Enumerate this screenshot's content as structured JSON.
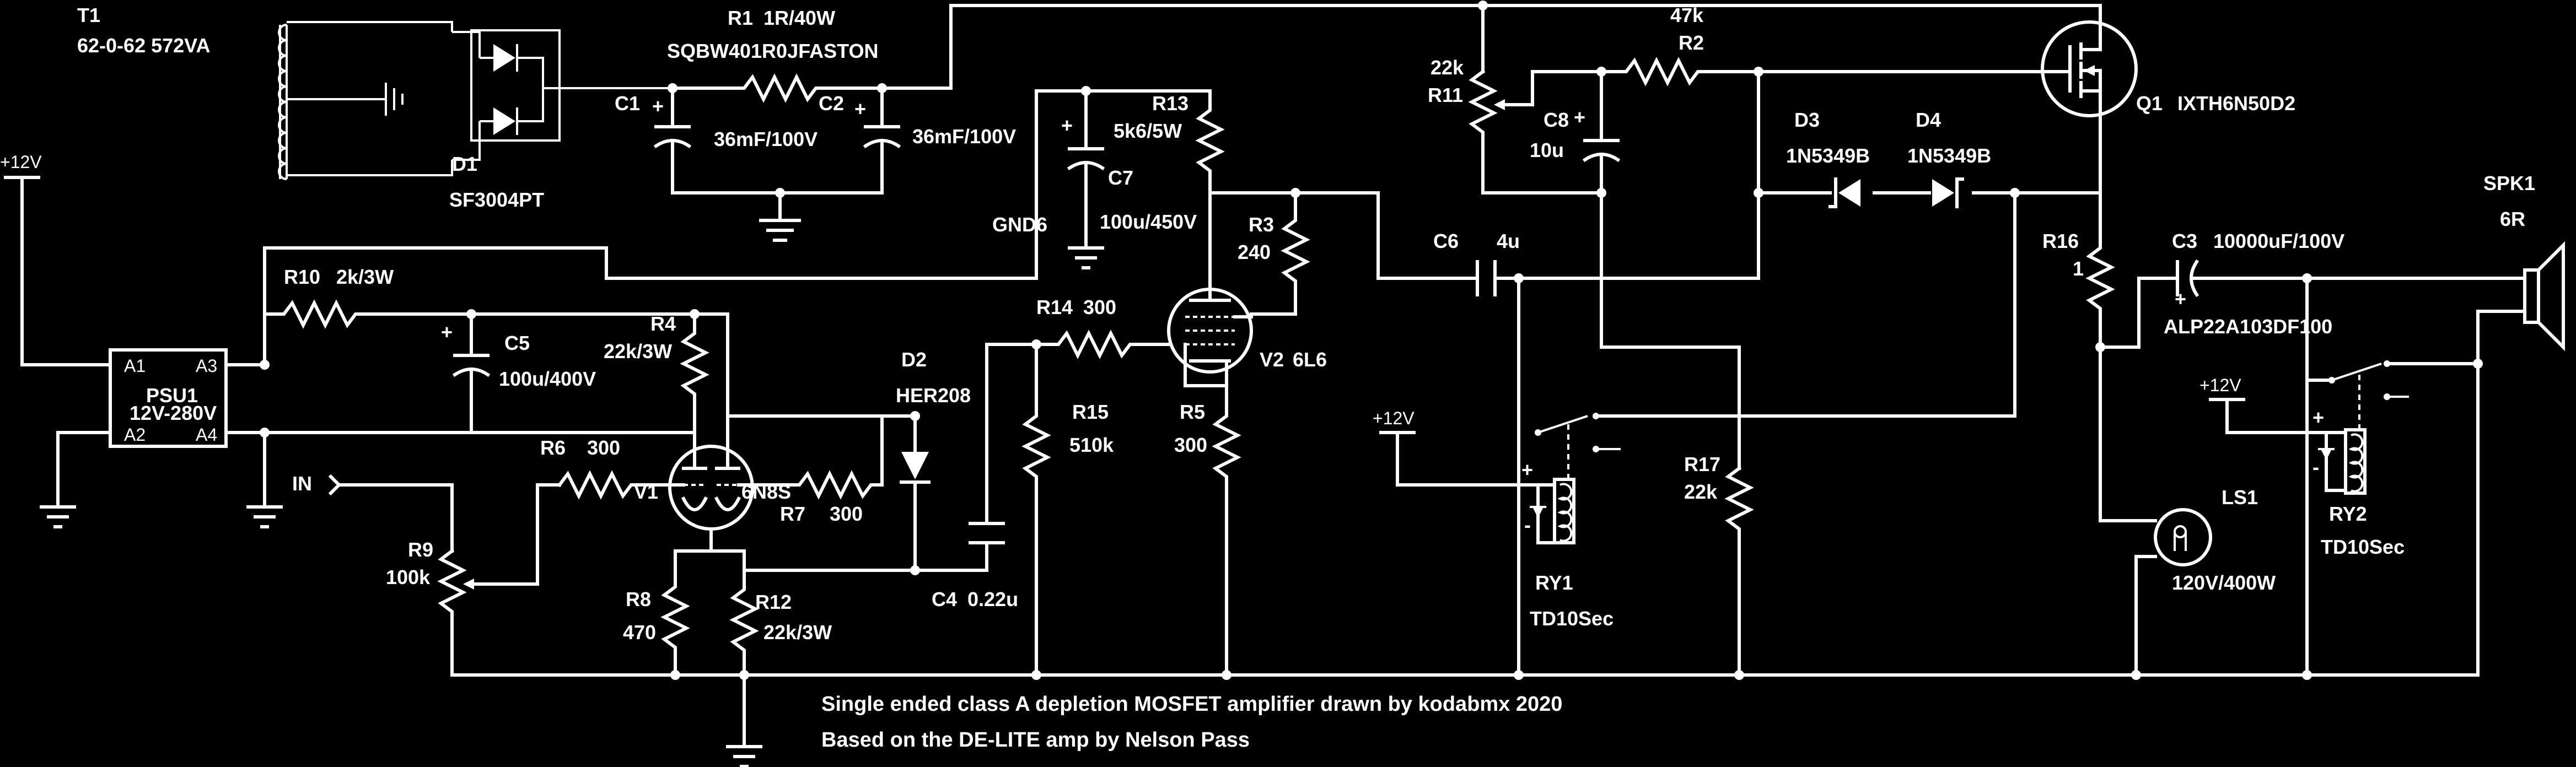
{
  "components": {
    "t1": {
      "ref": "T1",
      "value": "62-0-62 572VA"
    },
    "r1": {
      "ref": "R1",
      "value": "1R/40W",
      "part": "SQBW401R0JFASTON"
    },
    "d1": {
      "ref": "D1",
      "value": "SF3004PT"
    },
    "c1": {
      "ref": "C1",
      "value": "36mF/100V"
    },
    "c2": {
      "ref": "C2",
      "value": "36mF/100V"
    },
    "psu1": {
      "ref": "PSU1",
      "value": "12V-280V",
      "pins": [
        "A1",
        "A3",
        "A2",
        "A4"
      ]
    },
    "r10": {
      "ref": "R10",
      "value": "2k/3W"
    },
    "c5": {
      "ref": "C5",
      "value": "100u/400V"
    },
    "r4": {
      "ref": "R4",
      "value": "22k/3W"
    },
    "v1": {
      "ref": "V1",
      "value": "6N8S"
    },
    "r6": {
      "ref": "R6",
      "value": "300"
    },
    "r7": {
      "ref": "R7",
      "value": "300"
    },
    "r8": {
      "ref": "R8",
      "value": "470"
    },
    "r12": {
      "ref": "R12",
      "value": "22k/3W"
    },
    "r9": {
      "ref": "R9",
      "value": "100k"
    },
    "d2": {
      "ref": "D2",
      "value": "HER208"
    },
    "c4": {
      "ref": "C4",
      "value": "0.22u"
    },
    "r13": {
      "ref": "R13",
      "value": "5k6/5W"
    },
    "c7": {
      "ref": "C7",
      "value": "100u/450V"
    },
    "gnd6": {
      "ref": "GND6"
    },
    "r3": {
      "ref": "R3",
      "value": "240"
    },
    "r14": {
      "ref": "R14",
      "value": "300"
    },
    "r15": {
      "ref": "R15",
      "value": "510k"
    },
    "r5": {
      "ref": "R5",
      "value": "300"
    },
    "v2": {
      "ref": "V2",
      "value": "6L6"
    },
    "r11": {
      "ref": "R11",
      "value": "22k"
    },
    "c8": {
      "ref": "C8",
      "value": "10u"
    },
    "r2": {
      "ref": "R2",
      "value": "47k"
    },
    "c6": {
      "ref": "C6",
      "value": "4u"
    },
    "d3": {
      "ref": "D3",
      "value": "1N5349B"
    },
    "d4": {
      "ref": "D4",
      "value": "1N5349B"
    },
    "q1": {
      "ref": "Q1",
      "value": "IXTH6N50D2"
    },
    "r16": {
      "ref": "R16",
      "value": "1"
    },
    "r17": {
      "ref": "R17",
      "value": "22k"
    },
    "c3": {
      "ref": "C3",
      "value": "10000uF/100V",
      "part": "ALP22A103DF100"
    },
    "spk1": {
      "ref": "SPK1",
      "value": "6R"
    },
    "ry1": {
      "ref": "RY1",
      "value": "TD10Sec"
    },
    "ry2": {
      "ref": "RY2",
      "value": "TD10Sec"
    },
    "ls1": {
      "ref": "LS1",
      "value": "120V/400W"
    }
  },
  "supply_labels": {
    "vcc": "+12V",
    "input": "IN",
    "plus": "+",
    "minus": "-"
  },
  "notes": {
    "line1": "Single ended class A depletion MOSFET amplifier drawn by kodabmx 2020",
    "line2": "Based on the DE-LITE amp by Nelson Pass"
  }
}
